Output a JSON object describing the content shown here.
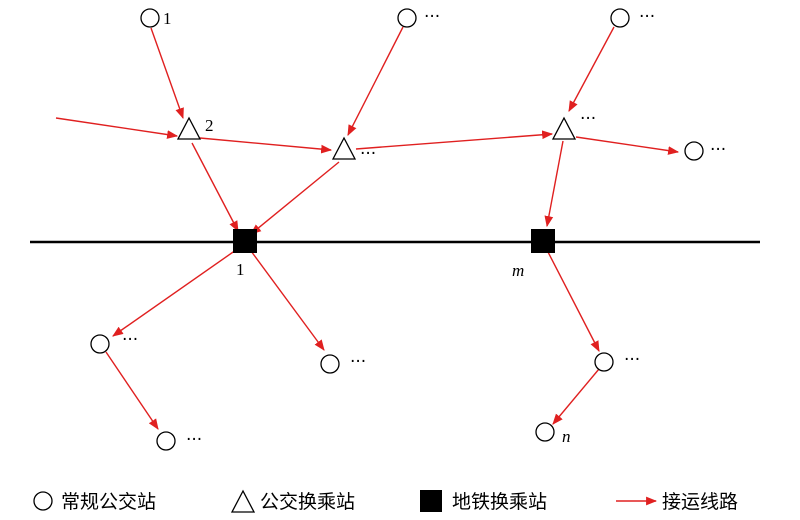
{
  "colors": {
    "line": "#000000",
    "route": "#e02020",
    "station_fill": "#ffffff",
    "subway_fill": "#000000"
  },
  "nodes": {
    "bus_1": "1",
    "bus_top_mid": "···",
    "bus_top_right": "···",
    "bus_right": "···",
    "transfer_2": "2",
    "transfer_mid": "···",
    "transfer_right": "···",
    "subway_1": "1",
    "subway_m": "m",
    "bus_lower_left": "···",
    "bus_lower_left2": "···",
    "bus_lower_mid": "···",
    "bus_lower_right": "···",
    "bus_n": "n"
  },
  "legend": {
    "regular_bus_stop": "常规公交站",
    "bus_transfer_station": "公交换乘站",
    "subway_transfer_station": "地铁换乘站",
    "feeder_route": "接运线路"
  }
}
